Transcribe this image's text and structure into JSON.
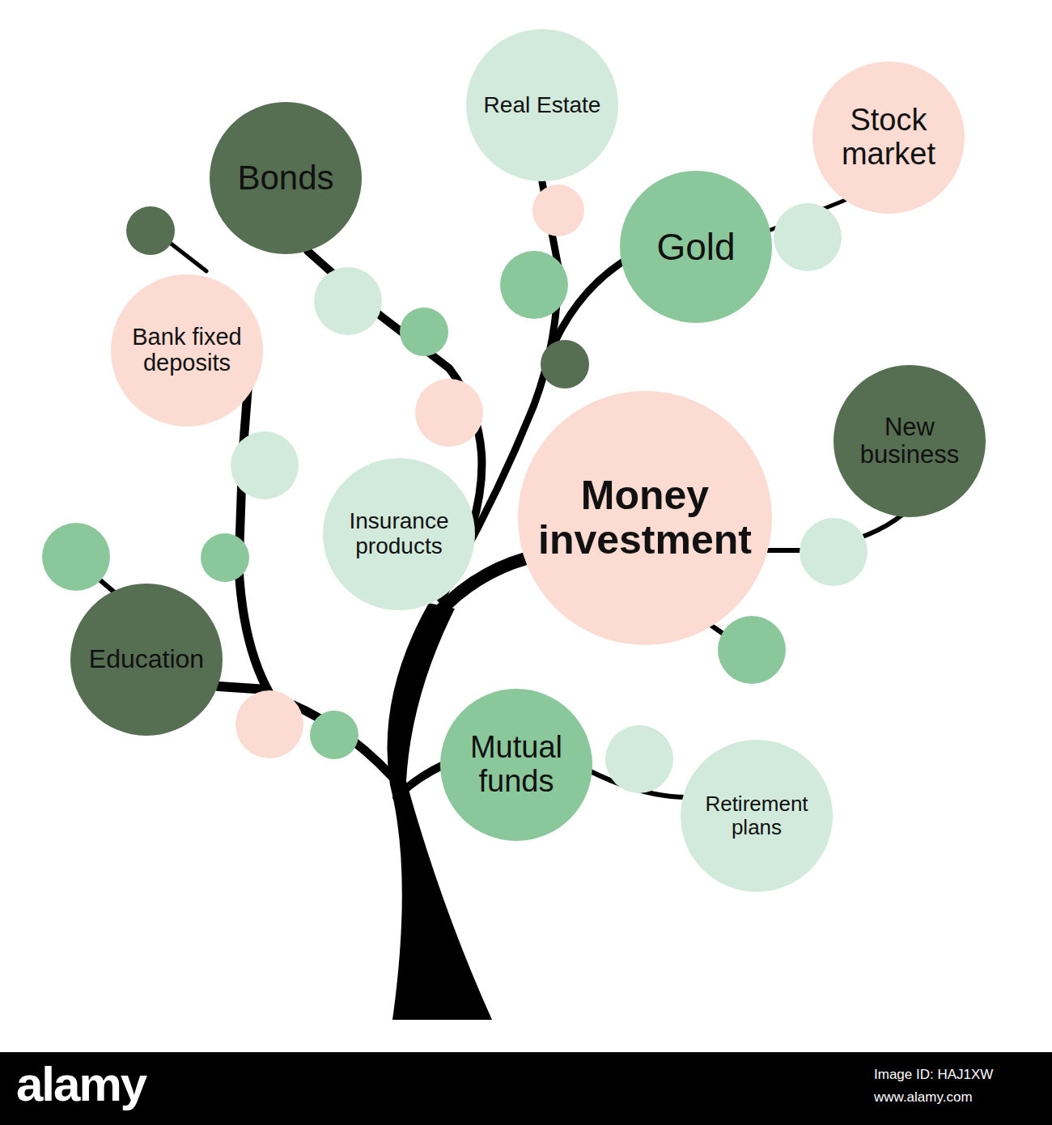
{
  "diagram": {
    "nodes": [
      {
        "text": [
          "Real Estate"
        ]
      },
      {
        "text": [
          "Stock market"
        ]
      },
      {
        "text": [
          "Bonds"
        ]
      },
      {
        "text": [
          "Gold"
        ]
      },
      {
        "text": [
          "Bank fixed deposits"
        ]
      },
      {
        "text": [
          "New business"
        ]
      },
      {
        "text": [
          "Money investment"
        ]
      },
      {
        "text": [
          "Insurance products"
        ]
      },
      {
        "text": [
          "Education"
        ]
      },
      {
        "text": [
          "Mutual funds"
        ]
      },
      {
        "text": [
          "Retirement plans"
        ]
      }
    ],
    "labels": [
      "alamy",
      "Image ID: HAJ1XW",
      "www.alamy.com"
    ]
  }
}
